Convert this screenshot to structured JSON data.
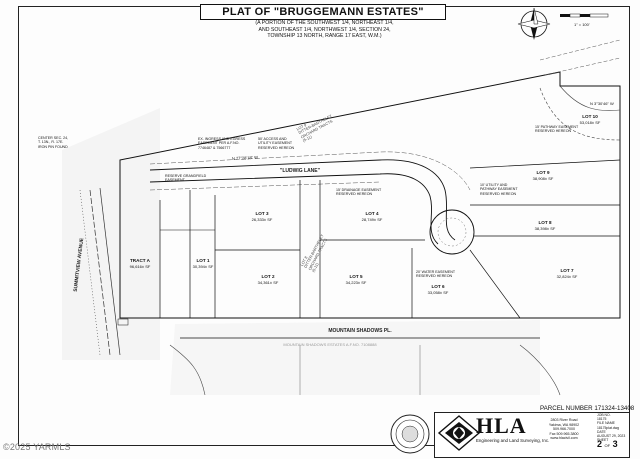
{
  "plat": {
    "title": "PLAT OF \"BRUGGEMANN ESTATES\"",
    "subtitle": [
      "(A PORTION OF THE SOUTHWEST 1/4, NORTHEAST 1/4,",
      "AND SOUTHEAST 1/4, NORTHWEST 1/4, SECTION 24,",
      "TOWNSHIP 13 NORTH, RANGE 17 EAST, W.M.)"
    ],
    "scale_label": "1\" = 100'"
  },
  "roads": {
    "ludwig": "\"LUDWIG LANE\"",
    "mountain_shadows": "MOUNTAIN SHADOWS PL.",
    "summitview": "SUMMITVIEW AVENUE"
  },
  "lots": [
    {
      "name": "LOT 1",
      "area": "30,394± SF"
    },
    {
      "name": "LOT 2",
      "area": "34,361± SF"
    },
    {
      "name": "LOT 3",
      "area": "26,333± SF"
    },
    {
      "name": "LOT 4",
      "area": "28,749± SF"
    },
    {
      "name": "LOT 5",
      "area": "34,223± SF"
    },
    {
      "name": "LOT 6",
      "area": "33,058± SF"
    },
    {
      "name": "LOT 7",
      "area": "32,824± SF"
    },
    {
      "name": "LOT 8",
      "area": "38,398± SF"
    },
    {
      "name": "LOT 9",
      "area": "38,908± SF"
    },
    {
      "name": "LOT 10",
      "area": "53,018± SF"
    },
    {
      "name": "TRACT A",
      "area": "96,616± SF"
    }
  ],
  "labels": {
    "lot9_tract": "LOT 9\nDITTER-BARTHELEY\nORCHARD TRACTS\n(5-11)",
    "lot8_tract": "LOT 8\nDITTER-BARTHELEY\nORCHARD TRACTS\n(5-11)",
    "mountain_shadows_estates": "MOUNTAIN SHADOWS ESTATES\nA.F.NO. 7108888",
    "center_sec": "CENTER SEC. 24,\nT. 13N., R. 17E.\nIRON PIN FOUND",
    "bearing_main": "N 77°28'18\" W",
    "bearing_ne": "N 3°30'46\" W",
    "ingress_note": "EX. INGRESS AND EGRESS\nEASEMENT PER A.F.NO.\n7746487 & 7566777",
    "access_note": "50' ACCESS AND\nUTILITY EASEMENT\nRESERVED HEREON",
    "drain_note": "15' DRAINAGE EASEMENT\nRESERVED HEREON",
    "water_note": "20' WATER EASEMENT\nRESERVED HEREON",
    "utility_note": "10' UTILITY AND\nPATHWAY EASEMENT\nRESERVED HEREON",
    "pathway_note": "15' PATHWAY EASEMENT\nRESERVED HEREON",
    "reserve_easement": "RESERVE GRANDFIELD\nEASEMENT"
  },
  "parcel_number": "PARCEL NUMBER 171324-13408",
  "title_block": {
    "firm_short": "HLA",
    "firm_full": "Engineering and Land Surveying, Inc.",
    "address": [
      "2803 River Road",
      "Yakima, WA 98902",
      "509.966.7000",
      "Fax 509.965.3800",
      "www.hlacivil.com"
    ],
    "job_label": "JOB NO.",
    "job_no": "18175",
    "file_label": "FILE NAME",
    "file_name": "18175plat.dwg",
    "date_label": "DATE",
    "date": "AUGUST 29, 2023",
    "sheet_label": "SHEET",
    "sheet": "2",
    "sheet_of": "OF",
    "sheet_total": "3"
  },
  "watermark": "©2025 YARMLS"
}
